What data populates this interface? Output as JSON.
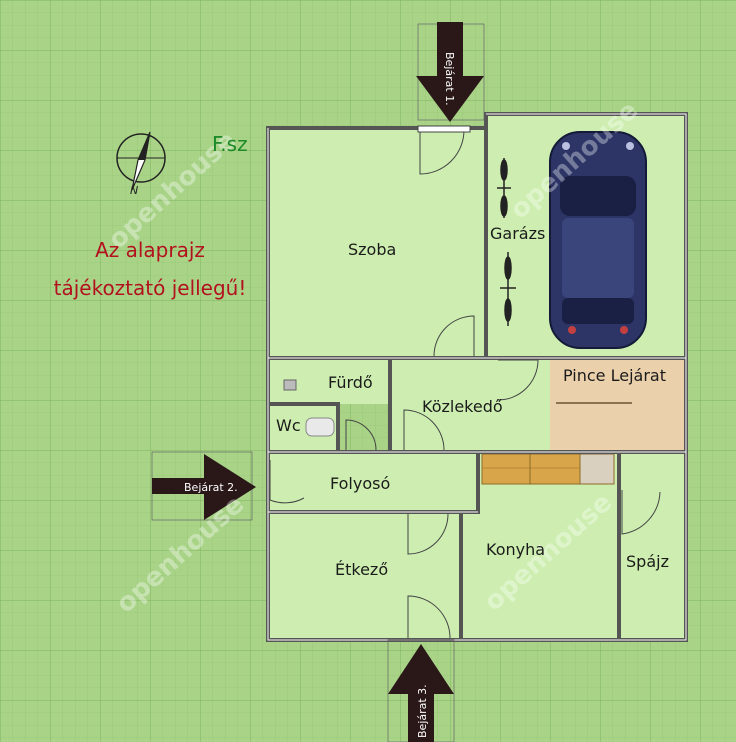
{
  "floor_label": "F.sz",
  "notice": {
    "line1": "Az alaprajz",
    "line2": "tájékoztató jellegű!"
  },
  "compass_label": "N",
  "watermark": "openhouse",
  "rooms": {
    "szoba": "Szoba",
    "garazs": "Garázs",
    "pince": "Pince Lejárat",
    "furdo": "Fürdő",
    "kozlekedo": "Közlekedő",
    "wc": "Wc",
    "folyoso": "Folyosó",
    "etkezo": "Étkező",
    "konyha": "Konyha",
    "spajz": "Spájz"
  },
  "entrances": {
    "e1": "Bejárat 1.",
    "e2": "Bejárat 2.",
    "e3": "Bejárat 3."
  },
  "colors": {
    "background": "#a9d488",
    "room_floor": "#cdeeb0",
    "pince_floor": "#ead1ab",
    "note_text": "#b2121e",
    "floor_label_text": "#1c8a2a",
    "car_body": "#2c3566"
  }
}
